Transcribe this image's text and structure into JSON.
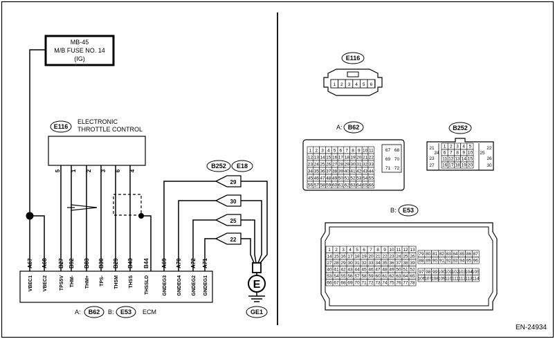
{
  "fuse": {
    "line1": "MB-45",
    "line2": "M/B FUSE NO. 14",
    "line3": "(IG)"
  },
  "etc": {
    "connector": "E116",
    "title1": "ELECTRONIC",
    "title2": "THROTTLE CONTROL",
    "pins": [
      "5",
      "1",
      "2",
      "3",
      "6",
      "4"
    ]
  },
  "joint": {
    "connectors": [
      "B252",
      "E18"
    ],
    "pins": [
      "29",
      "30",
      "25",
      "22"
    ]
  },
  "ecm": {
    "pin_labels": [
      "A67",
      "A68",
      "B27",
      "B92",
      "B83",
      "B30",
      "B29",
      "B43",
      "B44",
      "A69",
      "A70",
      "A72",
      "A71"
    ],
    "signal_labels": [
      "VBEC1",
      "VBEC2",
      "TPS5V",
      "THM-",
      "THM+",
      "TPS-",
      "THSM",
      "THSS",
      "THSSLD",
      "GNDEG3",
      "GNDEG4",
      "GNDEG2",
      "GNDEG1"
    ],
    "prefix_a": "A:",
    "conn_a": "B62",
    "prefix_b": "B:",
    "conn_b": "E53",
    "name": "ECM"
  },
  "ground": {
    "symbol": "E",
    "name": "GE1"
  },
  "right": {
    "e116": {
      "name": "E116",
      "pins": [
        "1",
        "2",
        "3",
        "4",
        "5",
        "6"
      ]
    },
    "b62": {
      "prefix": "A:",
      "name": "B62",
      "rows": [
        [
          "1",
          "2",
          "3",
          "4",
          "5",
          "6",
          "7",
          "8",
          "9",
          "10",
          "11"
        ],
        [
          "12",
          "13",
          "14",
          "15",
          "16",
          "17",
          "18",
          "19",
          "20",
          "21",
          "22"
        ],
        [
          "23",
          "24",
          "25",
          "26",
          "27",
          "28",
          "29",
          "30",
          "31",
          "32",
          "33"
        ],
        [
          "34",
          "35",
          "36",
          "37",
          "38",
          "39",
          "40",
          "41",
          "42",
          "43",
          "44"
        ],
        [
          "45",
          "46",
          "47",
          "48",
          "49",
          "50",
          "51",
          "52",
          "53",
          "54",
          "55"
        ],
        [
          "56",
          "57",
          "58",
          "59",
          "60",
          "61",
          "62",
          "63",
          "64",
          "65",
          "66"
        ]
      ],
      "side": [
        [
          "67",
          "68"
        ],
        [
          "69",
          "70"
        ],
        [
          "71",
          "72"
        ]
      ]
    },
    "b252": {
      "name": "B252",
      "left": [
        "21",
        "24",
        "23",
        "27"
      ],
      "top_rows": [
        [
          "1",
          "2",
          "3",
          "4",
          "5"
        ],
        [
          "6",
          "7",
          "8",
          "9",
          "10"
        ],
        [
          "11",
          "12",
          "13",
          "14",
          "15"
        ],
        [
          "16",
          "17",
          "18",
          "19",
          "20"
        ]
      ],
      "right": [
        "22",
        "25",
        "26",
        "30"
      ]
    },
    "e53": {
      "prefix": "B:",
      "name": "E53",
      "main": [
        [
          "1",
          "2",
          "3",
          "4",
          "5",
          "6",
          "7",
          "8",
          "9",
          "10",
          "11",
          "12",
          "13"
        ],
        [
          "14",
          "15",
          "16",
          "17",
          "18",
          "19",
          "20",
          "21",
          "22",
          "23",
          "24",
          "25",
          "26"
        ],
        [
          "27",
          "28",
          "29",
          "30",
          "31",
          "32",
          "33",
          "34",
          "35",
          "36",
          "37",
          "38",
          "39"
        ],
        [
          "40",
          "41",
          "42",
          "43",
          "44",
          "45",
          "46",
          "47",
          "48",
          "49",
          "50",
          "51",
          "52"
        ],
        [
          "53",
          "54",
          "55",
          "56",
          "57",
          "58",
          "59",
          "60",
          "61",
          "62",
          "63",
          "64",
          "65"
        ],
        [
          "66",
          "67",
          "68",
          "69",
          "70",
          "71",
          "72",
          "73",
          "74",
          "75",
          "76",
          "77",
          "78"
        ]
      ],
      "side_top": [
        [
          "79",
          "80",
          "81",
          "82",
          "83",
          "84",
          "85",
          "86",
          "87"
        ],
        [
          "88",
          "89",
          "90",
          "91",
          "92",
          "93",
          "94",
          "95",
          "96"
        ]
      ],
      "side_bot": [
        [
          "97",
          "98",
          "99",
          "100",
          "101",
          "102",
          "103",
          "104",
          "105"
        ],
        [
          "106",
          "107",
          "108",
          "109",
          "110",
          "111",
          "112",
          "113",
          "114"
        ]
      ]
    }
  },
  "code": "EN-24934"
}
